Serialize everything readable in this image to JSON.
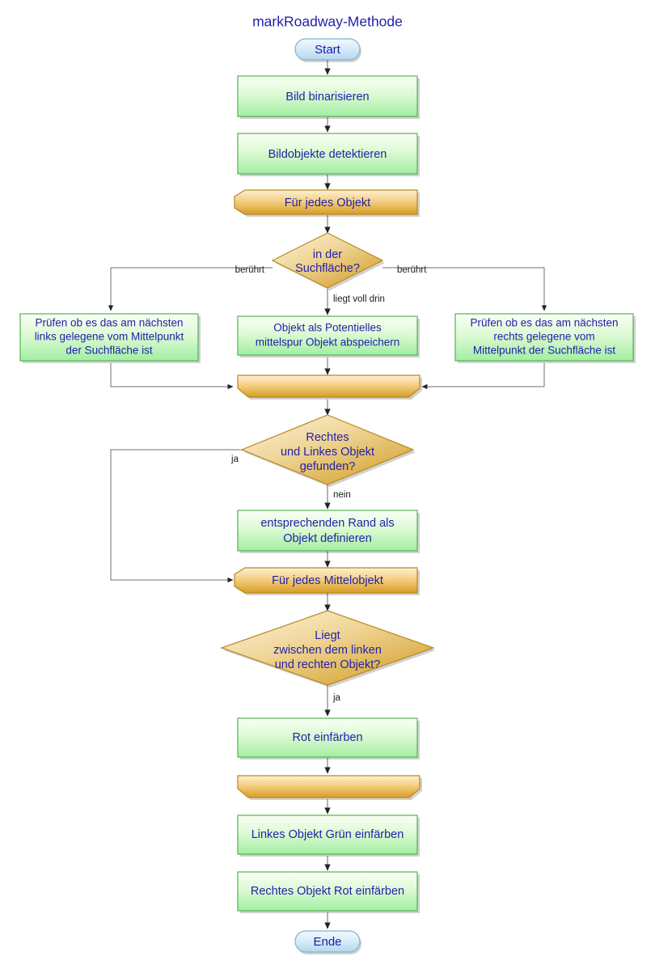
{
  "diagram": {
    "title": "markRoadway-Methode",
    "type": "flowchart",
    "language": "de",
    "colors": {
      "process_fill_top": "#f7fff2",
      "process_fill_bottom": "#a6efa6",
      "process_stroke": "#55b255",
      "decision_fill_top": "#faedd0",
      "decision_fill_bottom": "#d5a028",
      "decision_stroke": "#b8891f",
      "loop_fill_top": "#fbe6bc",
      "loop_fill_bottom": "#dda party",
      "loop_stroke": "#b8891f",
      "terminator_fill_top": "#e9f4fb",
      "terminator_fill_bottom": "#bcdcee",
      "terminator_stroke": "#7fb2cf",
      "text": "#2222aa",
      "edge": "#808080"
    },
    "nodes": [
      {
        "id": "start",
        "kind": "terminator",
        "label": "Start"
      },
      {
        "id": "binarisieren",
        "kind": "process",
        "label": "Bild binarisieren"
      },
      {
        "id": "detektieren",
        "kind": "process",
        "label": "Bildobjekte detektieren"
      },
      {
        "id": "loop1_start",
        "kind": "loop-start",
        "label": "Für jedes Objekt"
      },
      {
        "id": "dec1",
        "kind": "decision",
        "label": "in der Suchfläche?",
        "lines": [
          "in der",
          "Suchfläche?"
        ]
      },
      {
        "id": "links",
        "kind": "process",
        "label": "Prüfen ob es das am nächsten links gelegene vom Mittelpunkt der Suchfläche ist",
        "lines": [
          "Prüfen ob es das am nächsten",
          "links gelegene vom Mittelpunkt",
          "der Suchfläche ist"
        ]
      },
      {
        "id": "mitte",
        "kind": "process",
        "label": "Objekt als Potentielles mittelspur Objekt abspeichern",
        "lines": [
          "Objekt als Potentielles",
          "mittelspur Objekt abspeichern"
        ]
      },
      {
        "id": "rechts",
        "kind": "process",
        "label": "Prüfen ob es das am nächsten rechts gelegene vom Mittelpunkt der Suchfläche ist",
        "lines": [
          "Prüfen ob es das am nächsten",
          "rechts gelegene vom",
          "Mittelpunkt der Suchfläche ist"
        ]
      },
      {
        "id": "loop1_end",
        "kind": "loop-end",
        "label": ""
      },
      {
        "id": "dec2",
        "kind": "decision",
        "label": "Rechtes und Linkes Objekt gefunden?",
        "lines": [
          "Rechtes",
          "und Linkes Objekt",
          "gefunden?"
        ]
      },
      {
        "id": "rand",
        "kind": "process",
        "label": "entsprechenden Rand als Objekt definieren",
        "lines": [
          "entsprechenden Rand als",
          "Objekt definieren"
        ]
      },
      {
        "id": "loop2_start",
        "kind": "loop-start",
        "label": "Für jedes Mittelobjekt"
      },
      {
        "id": "dec3",
        "kind": "decision",
        "label": "Liegt zwischen dem linken und rechten Objekt?",
        "lines": [
          "Liegt",
          "zwischen dem linken",
          "und rechten Objekt?"
        ]
      },
      {
        "id": "rot",
        "kind": "process",
        "label": "Rot einfärben"
      },
      {
        "id": "loop2_end",
        "kind": "loop-end",
        "label": ""
      },
      {
        "id": "gruen",
        "kind": "process",
        "label": "Linkes Objekt Grün einfärben"
      },
      {
        "id": "rotrechts",
        "kind": "process",
        "label": "Rechtes Objekt Rot einfärben"
      },
      {
        "id": "ende",
        "kind": "terminator",
        "label": "Ende"
      }
    ],
    "edges": [
      {
        "from": "start",
        "to": "binarisieren",
        "label": ""
      },
      {
        "from": "binarisieren",
        "to": "detektieren",
        "label": ""
      },
      {
        "from": "detektieren",
        "to": "loop1_start",
        "label": ""
      },
      {
        "from": "loop1_start",
        "to": "dec1",
        "label": ""
      },
      {
        "from": "dec1",
        "to": "links",
        "label": "berührt"
      },
      {
        "from": "dec1",
        "to": "mitte",
        "label": "liegt voll drin"
      },
      {
        "from": "dec1",
        "to": "rechts",
        "label": "berührt"
      },
      {
        "from": "links",
        "to": "loop1_end",
        "label": ""
      },
      {
        "from": "mitte",
        "to": "loop1_end",
        "label": ""
      },
      {
        "from": "rechts",
        "to": "loop1_end",
        "label": ""
      },
      {
        "from": "loop1_end",
        "to": "dec2",
        "label": ""
      },
      {
        "from": "dec2",
        "to": "loop2_start",
        "label": "ja"
      },
      {
        "from": "dec2",
        "to": "rand",
        "label": "nein"
      },
      {
        "from": "rand",
        "to": "loop2_start",
        "label": ""
      },
      {
        "from": "loop2_start",
        "to": "dec3",
        "label": ""
      },
      {
        "from": "dec3",
        "to": "rot",
        "label": "ja"
      },
      {
        "from": "rot",
        "to": "loop2_end",
        "label": ""
      },
      {
        "from": "loop2_end",
        "to": "gruen",
        "label": ""
      },
      {
        "from": "gruen",
        "to": "rotrechts",
        "label": ""
      },
      {
        "from": "rotrechts",
        "to": "ende",
        "label": ""
      }
    ],
    "edge_labels": {
      "beruehrt_left": "berührt",
      "beruehrt_right": "berührt",
      "liegt_voll_drin": "liegt voll drin",
      "ja_dec2": "ja",
      "nein_dec2": "nein",
      "ja_dec3": "ja"
    }
  }
}
